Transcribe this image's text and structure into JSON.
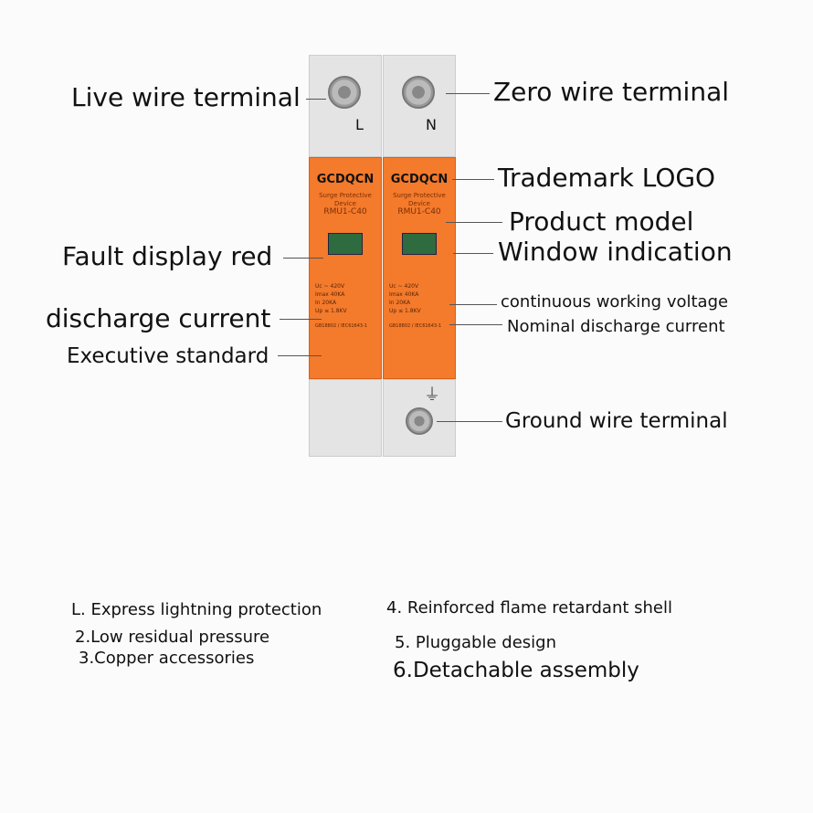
{
  "device": {
    "modules": [
      {
        "terminal_letter": "L",
        "brand": "GCDQCN",
        "desc1": "Surge Protective",
        "desc2": "Device",
        "model": "RMU1-C40",
        "specs": [
          "Uc  ~  420V",
          "Imax   40KA",
          "In   20KA",
          "Up  ≤ 1.8KV"
        ],
        "standard": "GB18802 / IEC61643-1"
      },
      {
        "terminal_letter": "N",
        "brand": "GCDQCN",
        "desc1": "Surge Protective",
        "desc2": "Device",
        "model": "RMU1-C40",
        "specs": [
          "Uc  ~  420V",
          "Imax   40KA",
          "In   20KA",
          "Up  ≤ 1.8KV"
        ],
        "standard": "GB18802 / IEC61643-1"
      }
    ],
    "ground_symbol": "⏚"
  },
  "labels": {
    "live": "Live wire terminal",
    "zero": "Zero wire terminal",
    "logo": "Trademark LOGO",
    "model": "Product model",
    "window": "Window indication",
    "fault": "Fault display red",
    "voltage": "continuous working voltage",
    "nominal": "Nominal discharge current",
    "discharge": "discharge current",
    "standard": "Executive standard",
    "ground": "Ground wire terminal"
  },
  "features": [
    "L. Express lightning protection",
    "2.Low residual pressure",
    "3.Copper accessories",
    "4. Reinforced flame retardant shell",
    "5. Pluggable design",
    "6.Detachable assembly"
  ]
}
